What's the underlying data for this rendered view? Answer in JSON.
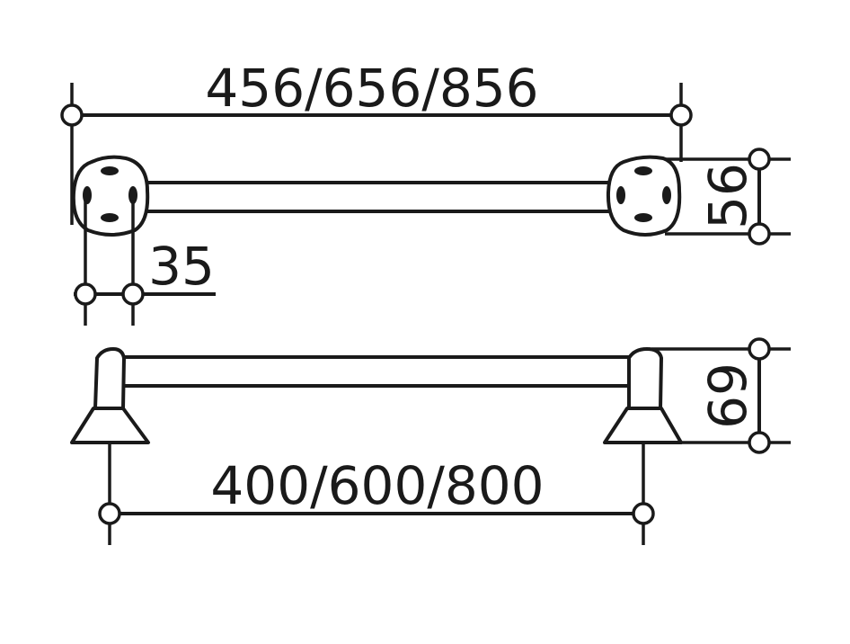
{
  "dimensions": {
    "overall_length": "456/656/856",
    "center_distance": "400/600/800",
    "base_width": "35",
    "base_height": "56",
    "projection": "69"
  },
  "colors": {
    "line": "#1a1a1a",
    "background": "#ffffff"
  }
}
